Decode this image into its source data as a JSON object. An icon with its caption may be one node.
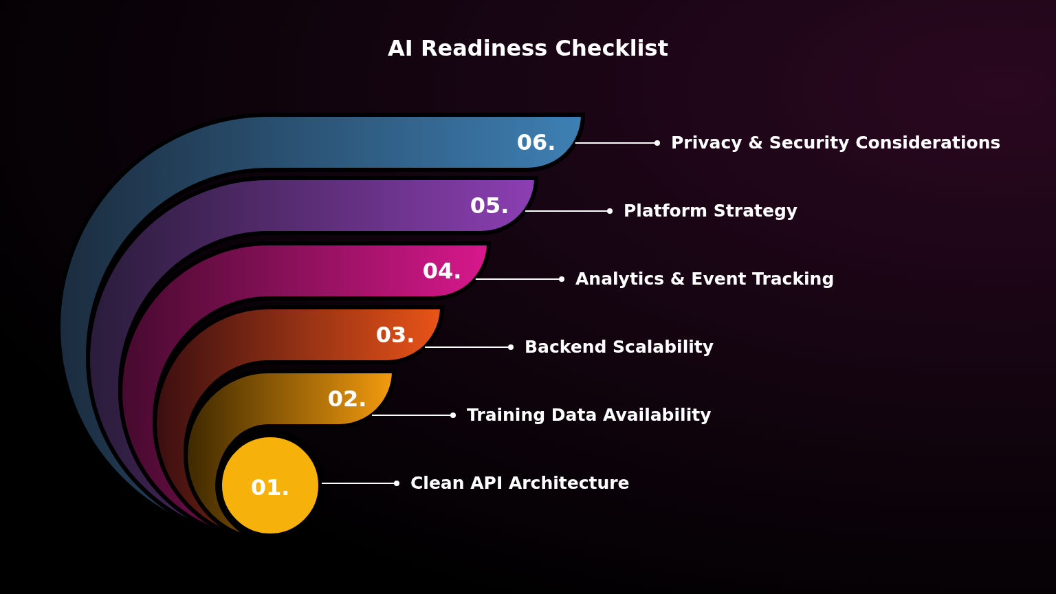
{
  "diagram": {
    "title": "AI Readiness Checklist",
    "nodes": [
      {
        "text": [
          "06."
        ]
      },
      {
        "text": [
          "Privacy & Security Considerations"
        ]
      },
      {
        "text": [
          "05."
        ]
      },
      {
        "text": [
          "Platform Strategy"
        ]
      },
      {
        "text": [
          "04."
        ]
      },
      {
        "text": [
          "Analytics & Event Tracking"
        ]
      },
      {
        "text": [
          "03."
        ]
      },
      {
        "text": [
          "Backend Scalability"
        ]
      },
      {
        "text": [
          "02."
        ]
      },
      {
        "text": [
          "Training Data Availability"
        ]
      },
      {
        "text": [
          "01."
        ]
      },
      {
        "text": [
          "Clean API Architecture"
        ]
      }
    ],
    "edges": [
      {
        "from": 0,
        "to": 1,
        "arrow": "other"
      },
      {
        "from": 2,
        "to": 3,
        "arrow": "other"
      },
      {
        "from": 4,
        "to": 5,
        "arrow": "other"
      },
      {
        "from": 6,
        "to": 7,
        "arrow": "other"
      },
      {
        "from": 8,
        "to": 9,
        "arrow": "other"
      },
      {
        "from": 10,
        "to": 11,
        "arrow": "other"
      }
    ]
  }
}
